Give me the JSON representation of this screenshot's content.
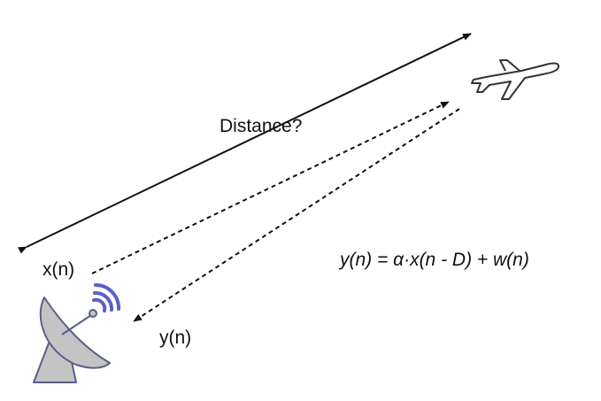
{
  "labels": {
    "distance": "Distance?",
    "transmitted": "x(n)",
    "received": "y(n)",
    "formula": "y(n) = α·x(n - D) + w(n)"
  },
  "icons": {
    "antenna": "radar-dish-icon",
    "waves": "signal-waves-icon",
    "aircraft": "airplane-icon"
  },
  "colors": {
    "stroke": "#111111",
    "dish_fill": "#bfbfbf",
    "dish_stroke": "#5a5f86",
    "waves": "#5b60c8",
    "plane_stroke": "#333333"
  }
}
